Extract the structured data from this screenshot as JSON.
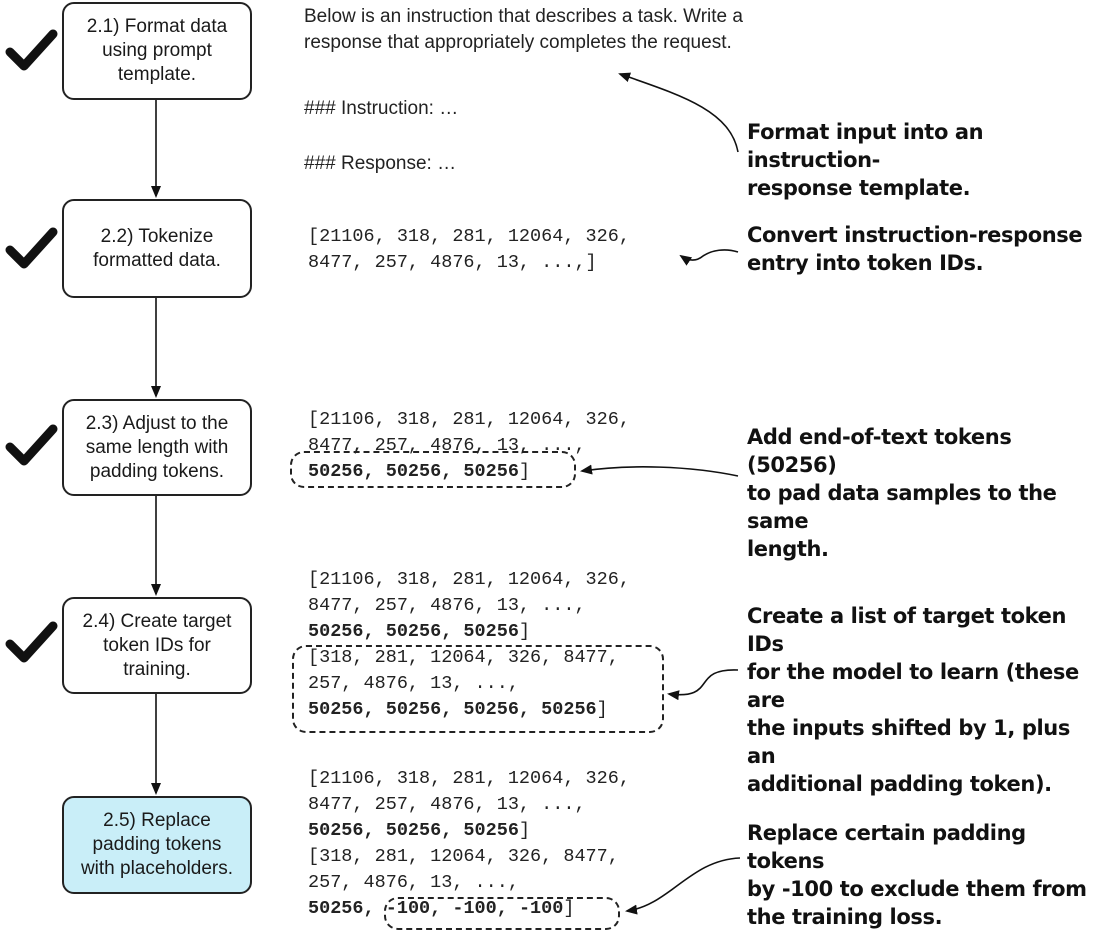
{
  "steps": [
    {
      "label": "2.1) Format data using prompt template.",
      "lines": [
        "2.1) Format data",
        "using prompt",
        "template."
      ],
      "done": true
    },
    {
      "label": "2.2) Tokenize formatted data.",
      "lines": [
        "2.2) Tokenize",
        "formatted data."
      ],
      "done": true
    },
    {
      "label": "2.3) Adjust to the same length with padding tokens.",
      "lines": [
        "2.3) Adjust to the",
        "same length with",
        "padding tokens."
      ],
      "done": true
    },
    {
      "label": "2.4) Create target token IDs for training.",
      "lines": [
        "2.4) Create target",
        "token IDs for",
        "training."
      ],
      "done": true
    },
    {
      "label": "2.5) Replace padding tokens with placeholders.",
      "lines": [
        "2.5) Replace",
        "padding tokens",
        "with placeholders."
      ],
      "done": false,
      "highlight_color": "#c9eef8"
    }
  ],
  "examples": {
    "template_intro": [
      "Below is an instruction that describes a task. Write a",
      "response that appropriately completes the request."
    ],
    "instruction_line": "### Instruction: …",
    "response_line": "### Response: …",
    "tokens_line1": "[21106, 318, 281, 12064, 326,",
    "tokens_line2": "8477, 257, 4876, 13, ...,]",
    "padded_line2": "8477, 257, 4876, 13, ...,",
    "pad_tokens": "50256, 50256, 50256",
    "close_bracket": "]",
    "target_line1": "[318, 281, 12064, 326, 8477,",
    "target_line2": "257, 4876, 13, ...,",
    "target_pad": "50256, 50256, 50256, 50256",
    "masked_prefix": "50256,",
    "masked_tokens": "-100, -100, -100"
  },
  "notes": {
    "format": [
      "Format input into an instruction-",
      "response template."
    ],
    "tokenize": [
      "Convert instruction-response",
      "entry into token IDs."
    ],
    "pad": [
      "Add end-of-text tokens (50256)",
      "to pad data samples to the same",
      "length."
    ],
    "target": [
      "Create a list of target token IDs",
      "for the model to learn (these are",
      "the inputs shifted by 1, plus an",
      "additional padding token)."
    ],
    "replace": [
      "Replace certain padding tokens",
      "by -100 to exclude them from",
      "the training loss."
    ]
  },
  "icons": {
    "done_marker": "checkmark-icon"
  },
  "colors": {
    "highlight": "#c9eef8",
    "stroke": "#222222"
  }
}
